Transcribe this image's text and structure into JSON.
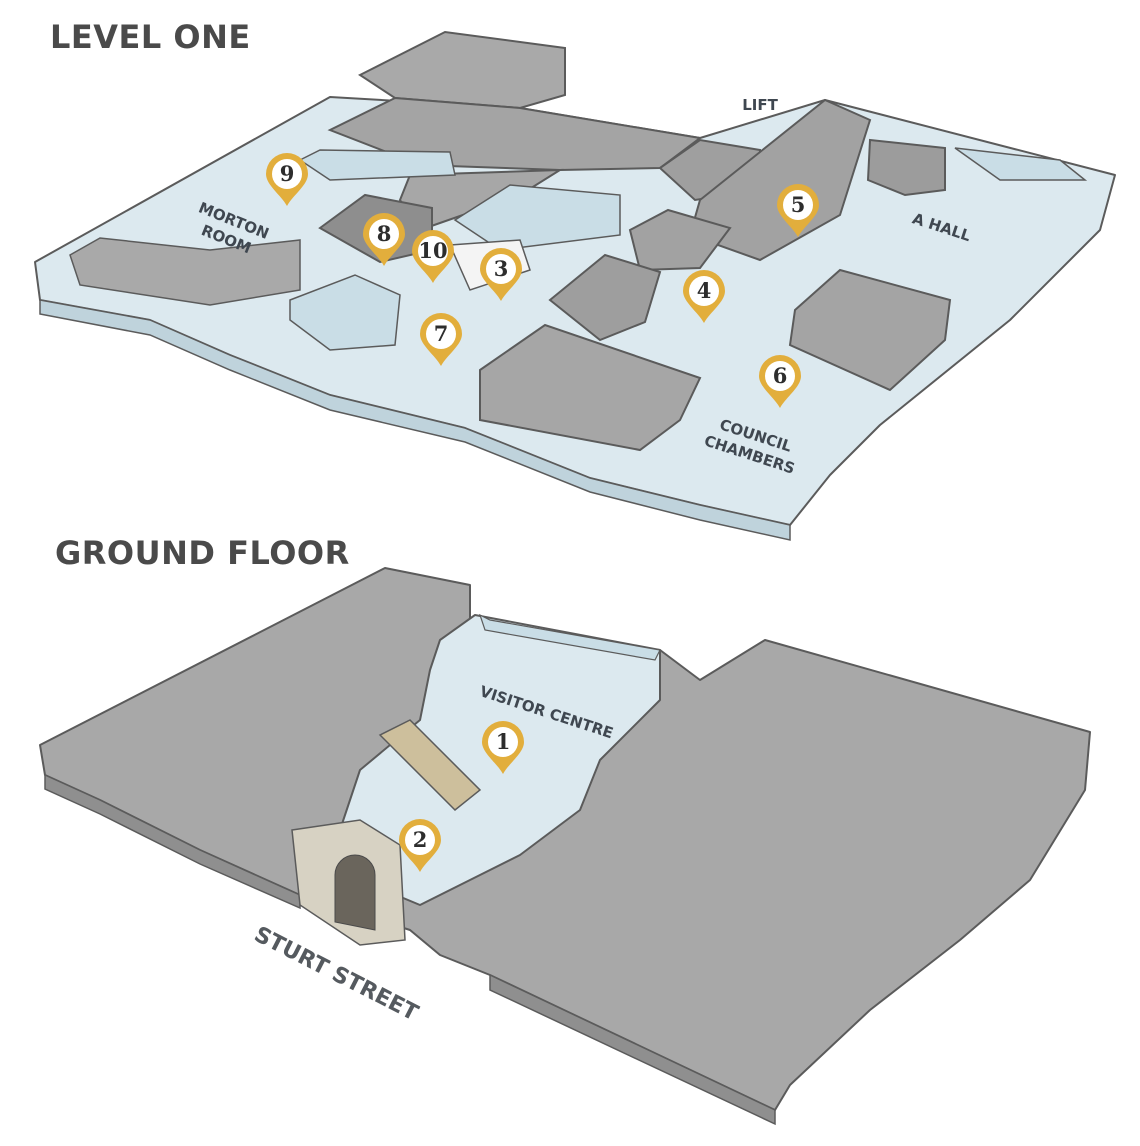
{
  "levels": {
    "level_one": "LEVEL ONE",
    "ground_floor": "GROUND FLOOR"
  },
  "labels": {
    "lift": "LIFT",
    "morton_room": [
      "MORTON",
      "ROOM"
    ],
    "a_hall": "A HALL",
    "council_chambers": [
      "COUNCIL",
      "CHAMBERS"
    ],
    "visitor_centre": "VISITOR CENTRE",
    "sturt_street": "STURT STREET"
  },
  "pins": {
    "p1": "1",
    "p2": "2",
    "p3": "3",
    "p4": "4",
    "p5": "5",
    "p6": "6",
    "p7": "7",
    "p8": "8",
    "p9": "9",
    "p10": "10"
  },
  "colors": {
    "pin": "#e2ae3c",
    "room_fill": "#dce9ef",
    "wall": "#a7a7a7",
    "floor_grey": "#a9a9a9",
    "outline": "#5b5b5b"
  }
}
